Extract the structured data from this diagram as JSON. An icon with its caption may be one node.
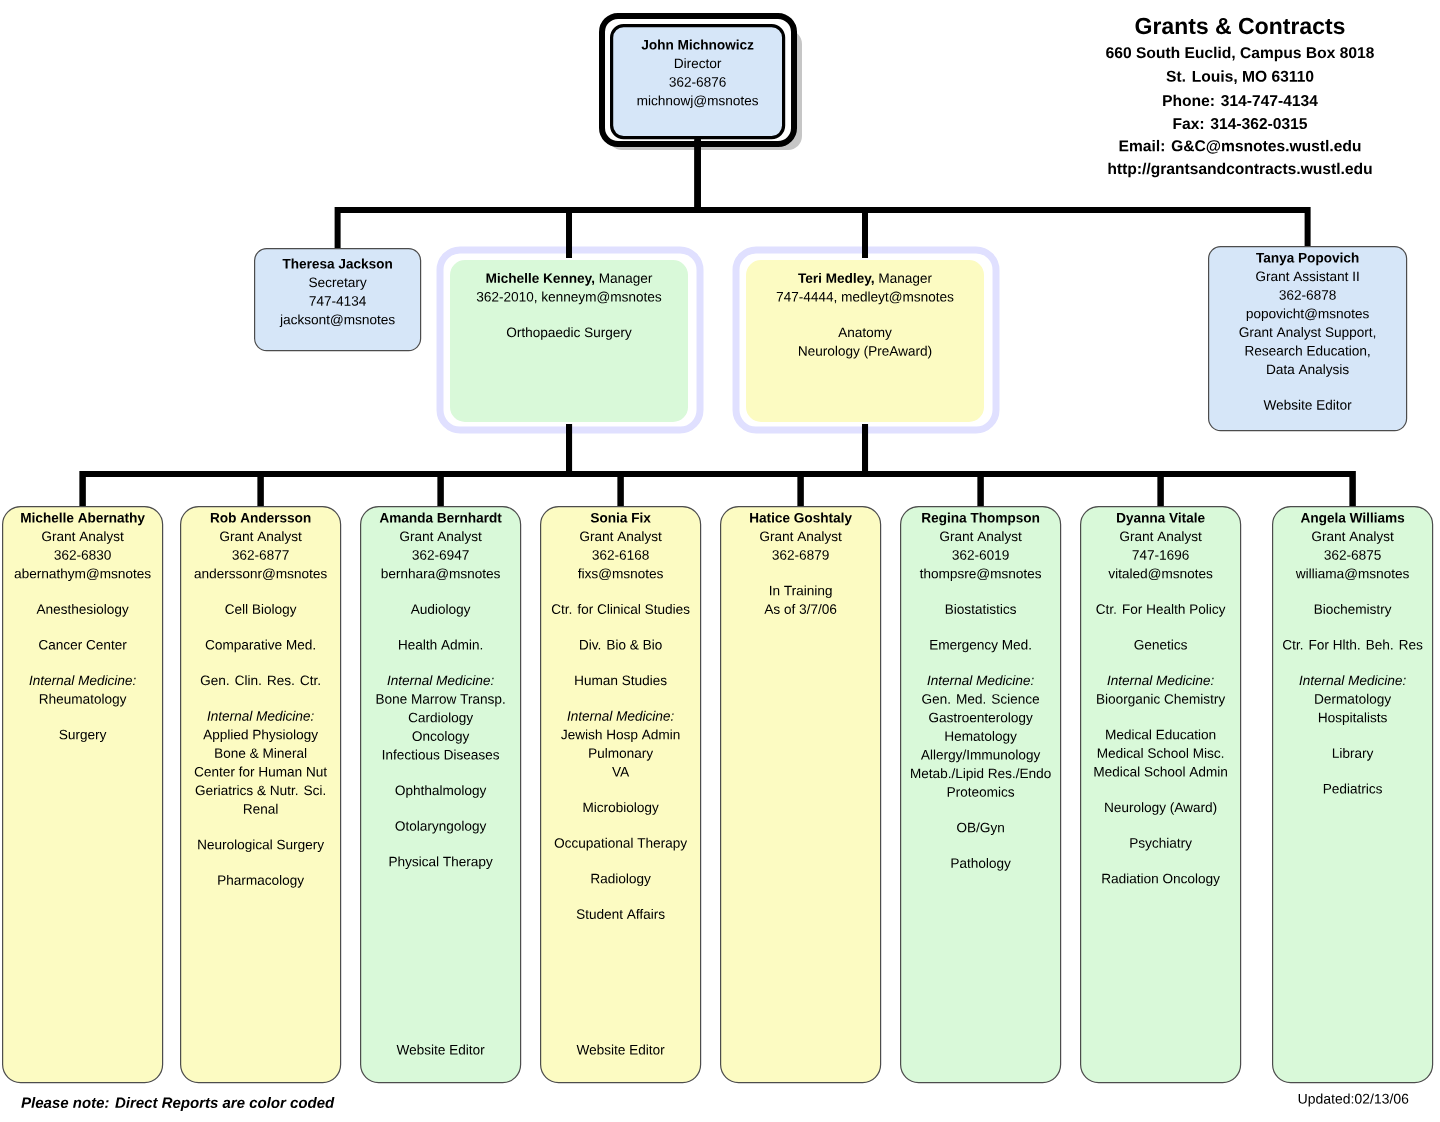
{
  "diagram": {
    "title": "Grants & Contracts",
    "nodes": [
      {
        "text": [
          "John Michnowicz",
          "Director",
          "362-6876",
          "michnowj@msnotes"
        ]
      },
      {
        "text": [
          "Theresa Jackson",
          "Secretary",
          "747-4134",
          "jacksont@msnotes"
        ]
      },
      {
        "text": [
          "**Michelle Kenney,** Manager",
          "362-2010, kenneym@msnotes",
          "Orthopaedic Surgery"
        ]
      },
      {
        "text": [
          "**Teri Medley,** Manager",
          "747-4444, medleyt@msnotes",
          "Anatomy",
          "Neurology (PreAward)"
        ]
      },
      {
        "text": [
          "Tanya Popovich",
          "Grant Assistant II",
          "362-6878",
          "popovicht@msnotes",
          "Grant Analyst Support,",
          "Research Education,",
          "Data Analysis",
          "Website Editor"
        ]
      },
      {
        "text": [
          "Michelle Abernathy",
          "Grant Analyst",
          "362-6830",
          "abernathym@msnotes",
          "Anesthesiology",
          "Cancer Center",
          "*Internal Medicine:*",
          "Rheumatology",
          "Surgery"
        ]
      },
      {
        "text": [
          "Rob Andersson",
          "Grant Analyst",
          "362-6877",
          "anderssonr@msnotes",
          "Cell Biology",
          "Comparative Med.",
          "Gen. Clin. Res. Ctr.",
          "*Internal Medicine:*",
          "Applied Physiology",
          "Bone & Mineral",
          "Center for Human Nut",
          "Geriatrics & Nutr. Sci.",
          "Renal",
          "Neurological Surgery",
          "Pharmacology"
        ]
      },
      {
        "text": [
          "Amanda Bernhardt",
          "Grant Analyst",
          "362-6947",
          "bernhara@msnotes",
          "Audiology",
          "Health Admin.",
          "*Internal Medicine:*",
          "Bone Marrow Transp.",
          "Cardiology",
          "Oncology",
          "Infectious Diseases",
          "Ophthalmology",
          "Otolaryngology",
          "Physical Therapy",
          "Website Editor"
        ]
      },
      {
        "text": [
          "Sonia Fix",
          "Grant Analyst",
          "362-6168",
          "fixs@msnotes",
          "Ctr. for Clinical Studies",
          "Div. Bio & Bio",
          "Human Studies",
          "*Internal Medicine:*",
          "Jewish Hosp Admin",
          "Pulmonary",
          "VA",
          "Microbiology",
          "Occupational Therapy",
          "Radiology",
          "Student Affairs",
          "Website Editor"
        ]
      },
      {
        "text": [
          "Hatice Goshtaly",
          "Grant Analyst",
          "362-6879",
          "In Training",
          "As of 3/7/06"
        ]
      },
      {
        "text": [
          "Regina Thompson",
          "Grant Analyst",
          "362-6019",
          "thompsre@msnotes",
          "Biostatistics",
          "Emergency Med.",
          "*Internal Medicine:*",
          "Gen. Med. Science",
          "Gastroenterology",
          "Hematology",
          "Allergy/Immunology",
          "Metab./Lipid Res./Endo",
          "Proteomics",
          "OB/Gyn",
          "Pathology"
        ]
      },
      {
        "text": [
          "Dyanna Vitale",
          "Grant Analyst",
          "747-1696",
          "vitaled@msnotes",
          "Ctr. For Health Policy",
          "Genetics",
          "*Internal Medicine:*",
          "Bioorganic Chemistry",
          "Medical Education",
          "Medical School Misc.",
          "Medical School Admin",
          "Neurology (Award)",
          "Psychiatry",
          "Radiation Oncology"
        ]
      },
      {
        "text": [
          "Angela Williams",
          "Grant Analyst",
          "362-6875",
          "williama@msnotes",
          "Biochemistry",
          "Ctr. For Hlth. Beh. Res",
          "*Internal Medicine:*",
          "Dermatology",
          "Hospitalists",
          "Library",
          "Pediatrics"
        ]
      }
    ],
    "edges": [
      {
        "from": 0,
        "to": 1,
        "arrow": "none"
      },
      {
        "from": 0,
        "to": 2,
        "arrow": "none"
      },
      {
        "from": 0,
        "to": 3,
        "arrow": "none"
      },
      {
        "from": 0,
        "to": 4,
        "arrow": "none"
      },
      {
        "from": 2,
        "to": 5,
        "arrow": "none"
      },
      {
        "from": 2,
        "to": 6,
        "arrow": "none"
      },
      {
        "from": 2,
        "to": 7,
        "arrow": "none"
      },
      {
        "from": 2,
        "to": 8,
        "arrow": "none"
      },
      {
        "from": 2,
        "to": 9,
        "arrow": "none"
      },
      {
        "from": 2,
        "to": 10,
        "arrow": "none"
      },
      {
        "from": 2,
        "to": 11,
        "arrow": "none"
      },
      {
        "from": 2,
        "to": 12,
        "arrow": "none"
      },
      {
        "from": 3,
        "to": 5,
        "arrow": "none"
      },
      {
        "from": 3,
        "to": 6,
        "arrow": "none"
      },
      {
        "from": 3,
        "to": 7,
        "arrow": "none"
      },
      {
        "from": 3,
        "to": 8,
        "arrow": "none"
      },
      {
        "from": 3,
        "to": 9,
        "arrow": "none"
      },
      {
        "from": 3,
        "to": 10,
        "arrow": "none"
      },
      {
        "from": 3,
        "to": 11,
        "arrow": "none"
      },
      {
        "from": 3,
        "to": 12,
        "arrow": "none"
      }
    ],
    "labels": [
      "660 South Euclid, Campus Box 8018",
      "St. Louis, MO  63110",
      "Phone:  314-747-4134",
      "Fax:  314-362-0315",
      "Email:  G&C@msnotes.wustl.edu",
      "http://grantsandcontracts.wustl.edu",
      "Please note:  Direct Reports are color coded",
      "Updated:02/13/06"
    ]
  }
}
